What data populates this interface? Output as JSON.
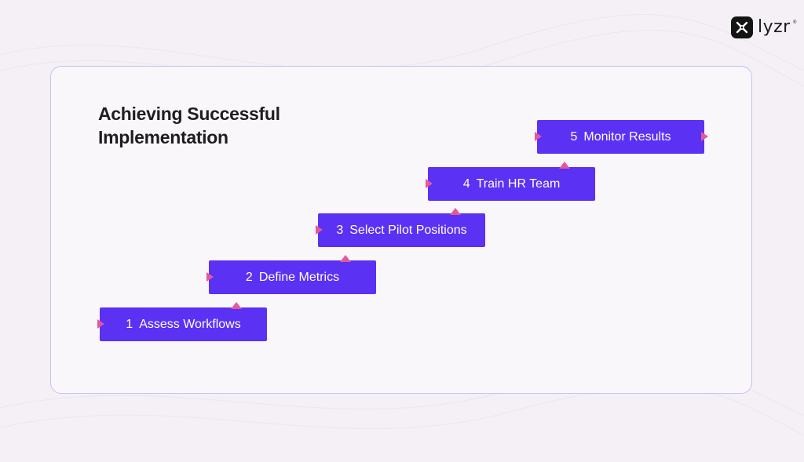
{
  "brand": {
    "name": "lyzr",
    "trademark": "®"
  },
  "title": "Achieving Successful Implementation",
  "steps": [
    {
      "number": "1",
      "label": "Assess Workflows"
    },
    {
      "number": "2",
      "label": "Define Metrics"
    },
    {
      "number": "3",
      "label": "Select Pilot Positions"
    },
    {
      "number": "4",
      "label": "Train HR Team"
    },
    {
      "number": "5",
      "label": "Monitor Results"
    }
  ],
  "colors": {
    "step_fill": "#5b31f4",
    "connector": "#e5579a",
    "card_border": "#cbbff0",
    "background": "#f4f0f6"
  }
}
